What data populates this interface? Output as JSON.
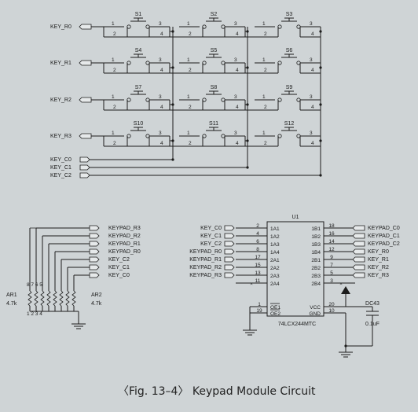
{
  "caption": "〈Fig. 13–4〉 Keypad Module Circuit",
  "matrix": {
    "rows": [
      "KEY_R0",
      "KEY_R1",
      "KEY_R2",
      "KEY_R3"
    ],
    "cols": [
      "KEY_C0",
      "KEY_C1",
      "KEY_C2"
    ],
    "switches": [
      "S1",
      "S2",
      "S3",
      "S4",
      "S5",
      "S6",
      "S7",
      "S8",
      "S9",
      "S10",
      "S11",
      "S12"
    ],
    "pins": [
      "1",
      "2",
      "3",
      "4"
    ]
  },
  "pullups": {
    "signals": [
      "KEYPAD_R3",
      "KEYPAD_R2",
      "KEYPAD_R1",
      "KEYPAD_R0",
      "KEY_C2",
      "KEY_C1",
      "KEY_C0"
    ],
    "array1": {
      "ref": "AR1",
      "value": "4.7k"
    },
    "array2": {
      "ref": "AR2",
      "value": "4.7k"
    },
    "pin_numbers_a": [
      "8",
      "7",
      "6",
      "5"
    ],
    "pin_numbers_b": [
      "1",
      "2",
      "3",
      "4"
    ]
  },
  "buffer": {
    "ref": "U1",
    "part": "74LCX244MTC",
    "inputs": [
      {
        "net": "KEY_C0",
        "pin": "2",
        "name": "1A1"
      },
      {
        "net": "KEY_C1",
        "pin": "4",
        "name": "1A2"
      },
      {
        "net": "KEY_C2",
        "pin": "6",
        "name": "1A3"
      },
      {
        "net": "KEYPAD_R0",
        "pin": "8",
        "name": "1A4"
      },
      {
        "net": "KEYPAD_R1",
        "pin": "17",
        "name": "2A1"
      },
      {
        "net": "KEYPAD_R2",
        "pin": "15",
        "name": "2A2"
      },
      {
        "net": "KEYPAD_R3",
        "pin": "13",
        "name": "2A3"
      },
      {
        "net": "",
        "pin": "11",
        "name": "2A4"
      }
    ],
    "outputs": [
      {
        "net": "KEYPAD_C0",
        "pin": "18",
        "name": "1B1"
      },
      {
        "net": "KEYPAD_C1",
        "pin": "16",
        "name": "1B2"
      },
      {
        "net": "KEYPAD_C2",
        "pin": "14",
        "name": "1B3"
      },
      {
        "net": "KEY_R0",
        "pin": "12",
        "name": "1B4"
      },
      {
        "net": "KEY_R1",
        "pin": "9",
        "name": "2B1"
      },
      {
        "net": "KEY_R2",
        "pin": "7",
        "name": "2B2"
      },
      {
        "net": "KEY_R3",
        "pin": "5",
        "name": "2B3"
      },
      {
        "net": "",
        "pin": "3",
        "name": "2B4"
      }
    ],
    "enables": [
      {
        "pin": "1",
        "name": "OE1"
      },
      {
        "pin": "19",
        "name": "OE2"
      }
    ],
    "power": [
      {
        "pin": "20",
        "name": "VCC"
      },
      {
        "pin": "10",
        "name": "GND"
      }
    ]
  },
  "capacitor": {
    "ref": "DC43",
    "value": "0.1uF"
  }
}
